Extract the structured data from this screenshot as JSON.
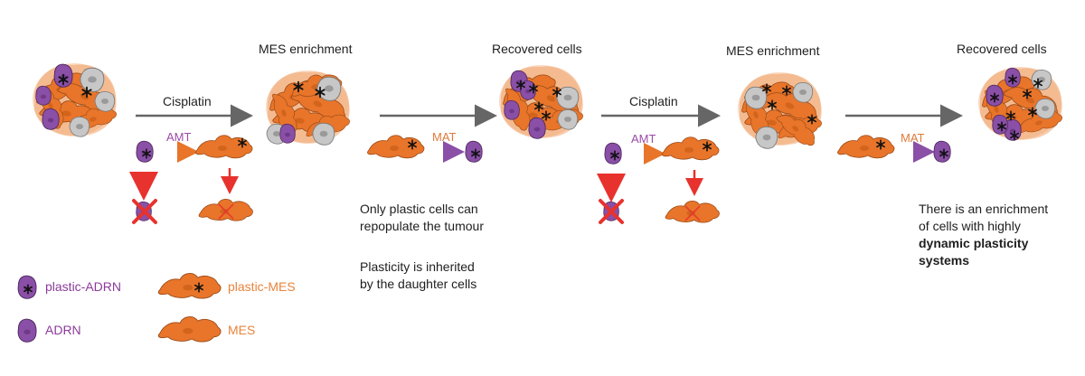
{
  "stages": {
    "s2_title": "MES enrichment",
    "s3_title": "Recovered cells",
    "s4_title": "MES enrichment",
    "s5_title": "Recovered cells"
  },
  "treatments": {
    "t1": "Cisplatin",
    "t2": "Cisplatin"
  },
  "transitions": {
    "amt1": "AMT",
    "mat1": "MAT",
    "amt2": "AMT",
    "mat2": "MAT"
  },
  "notes": {
    "n1_line1": "Only plastic cells can",
    "n1_line2": "repopulate the tumour",
    "n2_line1": "Plasticity is inherited",
    "n2_line2": "by the daughter cells",
    "n3_line1": "There is an enrichment",
    "n3_line2": "of cells with highly",
    "n3_line3": "dynamic plasticity",
    "n3_line4": "systems"
  },
  "legend": {
    "plastic_adrn": "plastic-ADRN",
    "adrn": "ADRN",
    "plastic_mes": "plastic-MES",
    "mes": "MES"
  },
  "colors": {
    "mes": "#e8752a",
    "mes_light": "#f4b98c",
    "adrn": "#8a4fa6",
    "adrn_light": "#c9a4da",
    "grey": "#b8b8b8",
    "arrow": "#666666",
    "kill_red": "#e8322d"
  }
}
